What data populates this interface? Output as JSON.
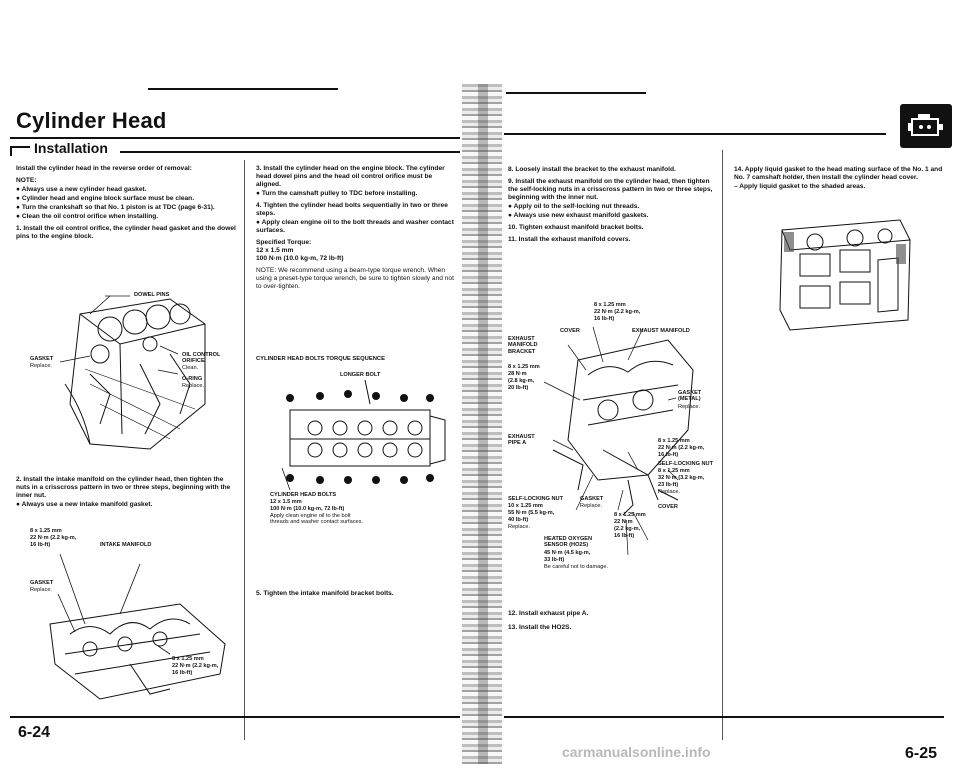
{
  "header": {
    "title": "Cylinder Head",
    "subtitle": "Installation"
  },
  "left_col1": {
    "intro": "Install the cylinder head in the reverse order of removal:",
    "note_label": "NOTE:",
    "notes": [
      "● Always use a new cylinder head gasket.",
      "● Cylinder head and engine block surface must be clean.",
      "● Turn the crankshaft so that No. 1 piston is at TDC (page 6-31).",
      "● Clean the oil control orifice when installing."
    ],
    "step1": "1. Install the oil control orifice, the cylinder head gasket and the dowel pins to the engine block.",
    "fig1_labels": {
      "dowel": "DOWEL PINS",
      "gasket": "GASKET",
      "gasket_sub": "Replace.",
      "orifice": "OIL CONTROL ORIFICE",
      "orifice_sub": "Clean.",
      "oring": "O-RING",
      "oring_sub": "Replace."
    },
    "step2": "2. Install the intake manifold on the cylinder head, then tighten the nuts in a crisscross pattern in two or three steps, beginning with the inner nut.",
    "step2_bullet": "● Always use a new intake manifold gasket.",
    "fig2_labels": {
      "torque1": "8 x 1.25 mm",
      "torque1b": "22 N·m (2.2 kg-m,",
      "torque1c": "16 lb-ft)",
      "manifold": "INTAKE MANIFOLD",
      "gasket": "GASKET",
      "gasket_sub": "Replace.",
      "torque2": "8 x 1.25 mm",
      "torque2b": "22 N·m (2.2 kg-m,",
      "torque2c": "16 lb-ft)"
    }
  },
  "left_col2": {
    "step3": "3. Install the cylinder head on the engine block. The cylinder head dowel pins and the head oil control orifice must be aligned.",
    "step3_bullet": "● Turn the camshaft pulley to TDC before installing.",
    "step4": "4. Tighten the cylinder head bolts sequentially in two or three steps.",
    "step4_bullet": "● Apply clean engine oil to the bolt threads and washer contact surfaces.",
    "spec_label": "Specified Torque:",
    "spec_size": "12 x 1.5 mm",
    "spec_value": "100 N·m (10.0 kg-m, 72 lb-ft)",
    "note": "NOTE: We recommend using a beam-type torque wrench. When using a preset-type torque wrench, be sure to tighten slowly and not to over-tighten.",
    "seq_title": "CYLINDER HEAD BOLTS TORQUE SEQUENCE",
    "longer_bolt": "LONGER BOLT",
    "bolts_label": "CYLINDER HEAD BOLTS",
    "bolts_size": "12 x 1.5 mm",
    "bolts_torque": "100 N·m (10.0 kg-m, 72 lb-ft)",
    "bolts_note": "Apply clean engine oil to the bolt threads and washer contact surfaces.",
    "step5": "5. Tighten the intake manifold bracket bolts."
  },
  "right_col1": {
    "step8": "8. Loosely install the bracket to the exhaust manifold.",
    "step9": "9. Install the exhaust manifold on the cylinder head, then tighten the self-locking nuts in a crisscross pattern in two or three steps, beginning with the inner nut.",
    "step9_b1": "● Apply oil to the self-locking nut threads.",
    "step9_b2": "● Always use new exhaust manifold gaskets.",
    "step10": "10. Tighten exhaust manifold bracket bolts.",
    "step11": "11. Install the exhaust manifold covers.",
    "fig_labels": {
      "t_top": "8 x 1.25 mm",
      "t_top2": "22 N·m (2.2 kg-m,",
      "t_top3": "16 lb-ft)",
      "cover": "COVER",
      "exh_manifold": "EXHAUST MANIFOLD",
      "exh_bracket": "EXHAUST MANIFOLD BRACKET",
      "t_left": "8 x 1.25 mm",
      "t_left2": "28 N·m",
      "t_left3": "(2.8 kg-m,",
      "t_left4": "20 lb-ft)",
      "gasket_metal": "GASKET (METAL)",
      "gasket_metal_sub": "Replace.",
      "exh_pipe": "EXHAUST PIPE A",
      "t_right": "8 x 1.25 mm",
      "t_right2": "22 N·m (2.2 kg-m,",
      "t_right3": "16 lb-ft)",
      "slnut_r": "SELF-LOCKING NUT",
      "slnut_r2": "8 x 1.25 mm",
      "slnut_r3": "32 N·m (3.2 kg-m,",
      "slnut_r4": "23 lb-ft)",
      "slnut_r5": "Replace.",
      "slnut_l": "SELF-LOCKING NUT",
      "slnut_l2": "10 x 1.25 mm",
      "slnut_l3": "55 N·m (5.5 kg-m,",
      "slnut_l4": "40 lb-ft)",
      "slnut_l5": "Replace.",
      "gasket": "GASKET",
      "gasket_sub": "Replace.",
      "t_mid": "8 x 1.25 mm",
      "t_mid2": "22 N·m",
      "t_mid3": "(2.2 kg-m,",
      "t_mid4": "16 lb-ft)",
      "cover2": "COVER",
      "hos": "HEATED OXYGEN SENSOR (HO2S)",
      "hos2": "45 N·m (4.5 kg-m,",
      "hos3": "33 lb-ft)",
      "hos4": "Be careful not to damage."
    },
    "step12": "12. Install exhaust pipe A.",
    "step13": "13. Install the HO2S."
  },
  "right_col2": {
    "step14": "14. Apply liquid gasket to the head mating surface of the No. 1 and No. 7 camshaft holder, then install the cylinder head cover.",
    "step14_dash": "– Apply liquid gasket to the shaded areas."
  },
  "page_left": "6-24",
  "page_right": "6-25",
  "watermark": "carmanualsonline.info",
  "icons": {
    "section_tab": "engine-icon"
  }
}
